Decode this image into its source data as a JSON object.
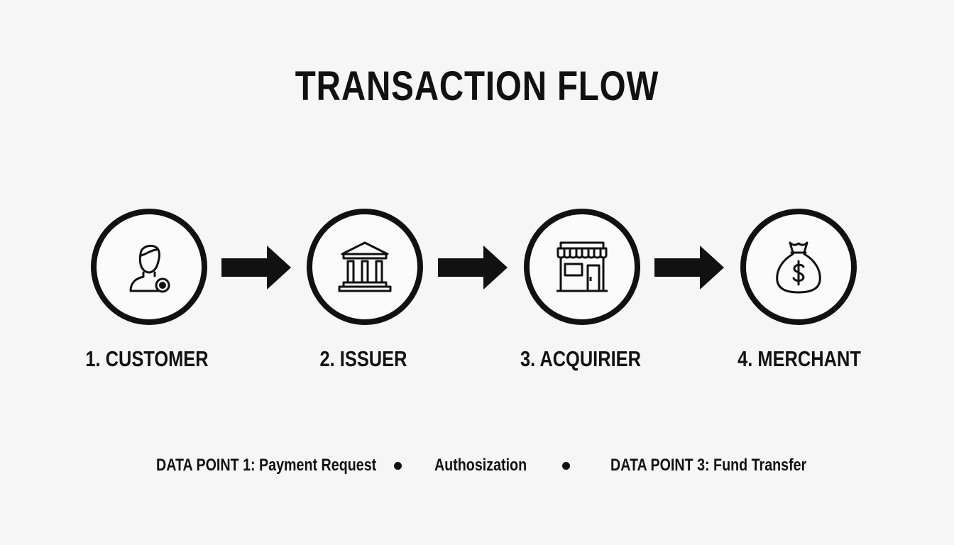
{
  "title": "TRANSACTION FLOW",
  "steps": [
    {
      "label": "1. CUSTOMER",
      "icon": "person-icon"
    },
    {
      "label": "2. ISSUER",
      "icon": "bank-icon"
    },
    {
      "label": "3. ACQUIRIER",
      "icon": "storefront-icon"
    },
    {
      "label": "4. MERCHANT",
      "icon": "money-bag-icon"
    }
  ],
  "arrows": [
    "right-arrow-icon",
    "right-arrow-icon",
    "right-arrow-icon"
  ],
  "data_points": [
    "DATA POINT 1: Payment Request",
    "Authosization",
    "DATA POINT 3: Fund Transfer"
  ],
  "colors": {
    "background": "#f6f6f6",
    "foreground": "#111111"
  }
}
